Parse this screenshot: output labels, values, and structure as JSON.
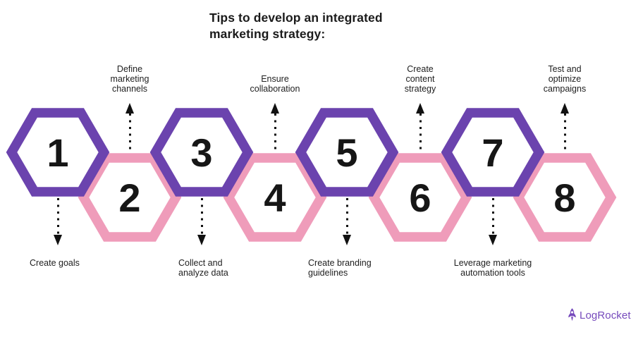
{
  "title": "Tips to develop an integrated\nmarketing strategy:",
  "colors": {
    "purple": "#6B43AE",
    "pink": "#EF9CBA",
    "text": "#1b1b1b",
    "arrow": "#111111",
    "logo_purple": "#764ABC",
    "background": "#ffffff"
  },
  "steps": [
    {
      "number": "1",
      "label": "Create goals",
      "hex_color": "purple",
      "label_position": "bottom"
    },
    {
      "number": "2",
      "label": "Define\nmarketing\nchannels",
      "hex_color": "pink",
      "label_position": "top"
    },
    {
      "number": "3",
      "label": "Collect and\nanalyze data",
      "hex_color": "purple",
      "label_position": "bottom"
    },
    {
      "number": "4",
      "label": "Ensure\ncollaboration",
      "hex_color": "pink",
      "label_position": "top"
    },
    {
      "number": "5",
      "label": "Create branding\nguidelines",
      "hex_color": "purple",
      "label_position": "bottom"
    },
    {
      "number": "6",
      "label": "Create\ncontent\nstrategy",
      "hex_color": "pink",
      "label_position": "top"
    },
    {
      "number": "7",
      "label": "Leverage marketing\nautomation tools",
      "hex_color": "purple",
      "label_position": "bottom"
    },
    {
      "number": "8",
      "label": "Test and\noptimize\ncampaigns",
      "hex_color": "pink",
      "label_position": "top"
    }
  ],
  "footer": {
    "logo_text": "LogRocket"
  }
}
